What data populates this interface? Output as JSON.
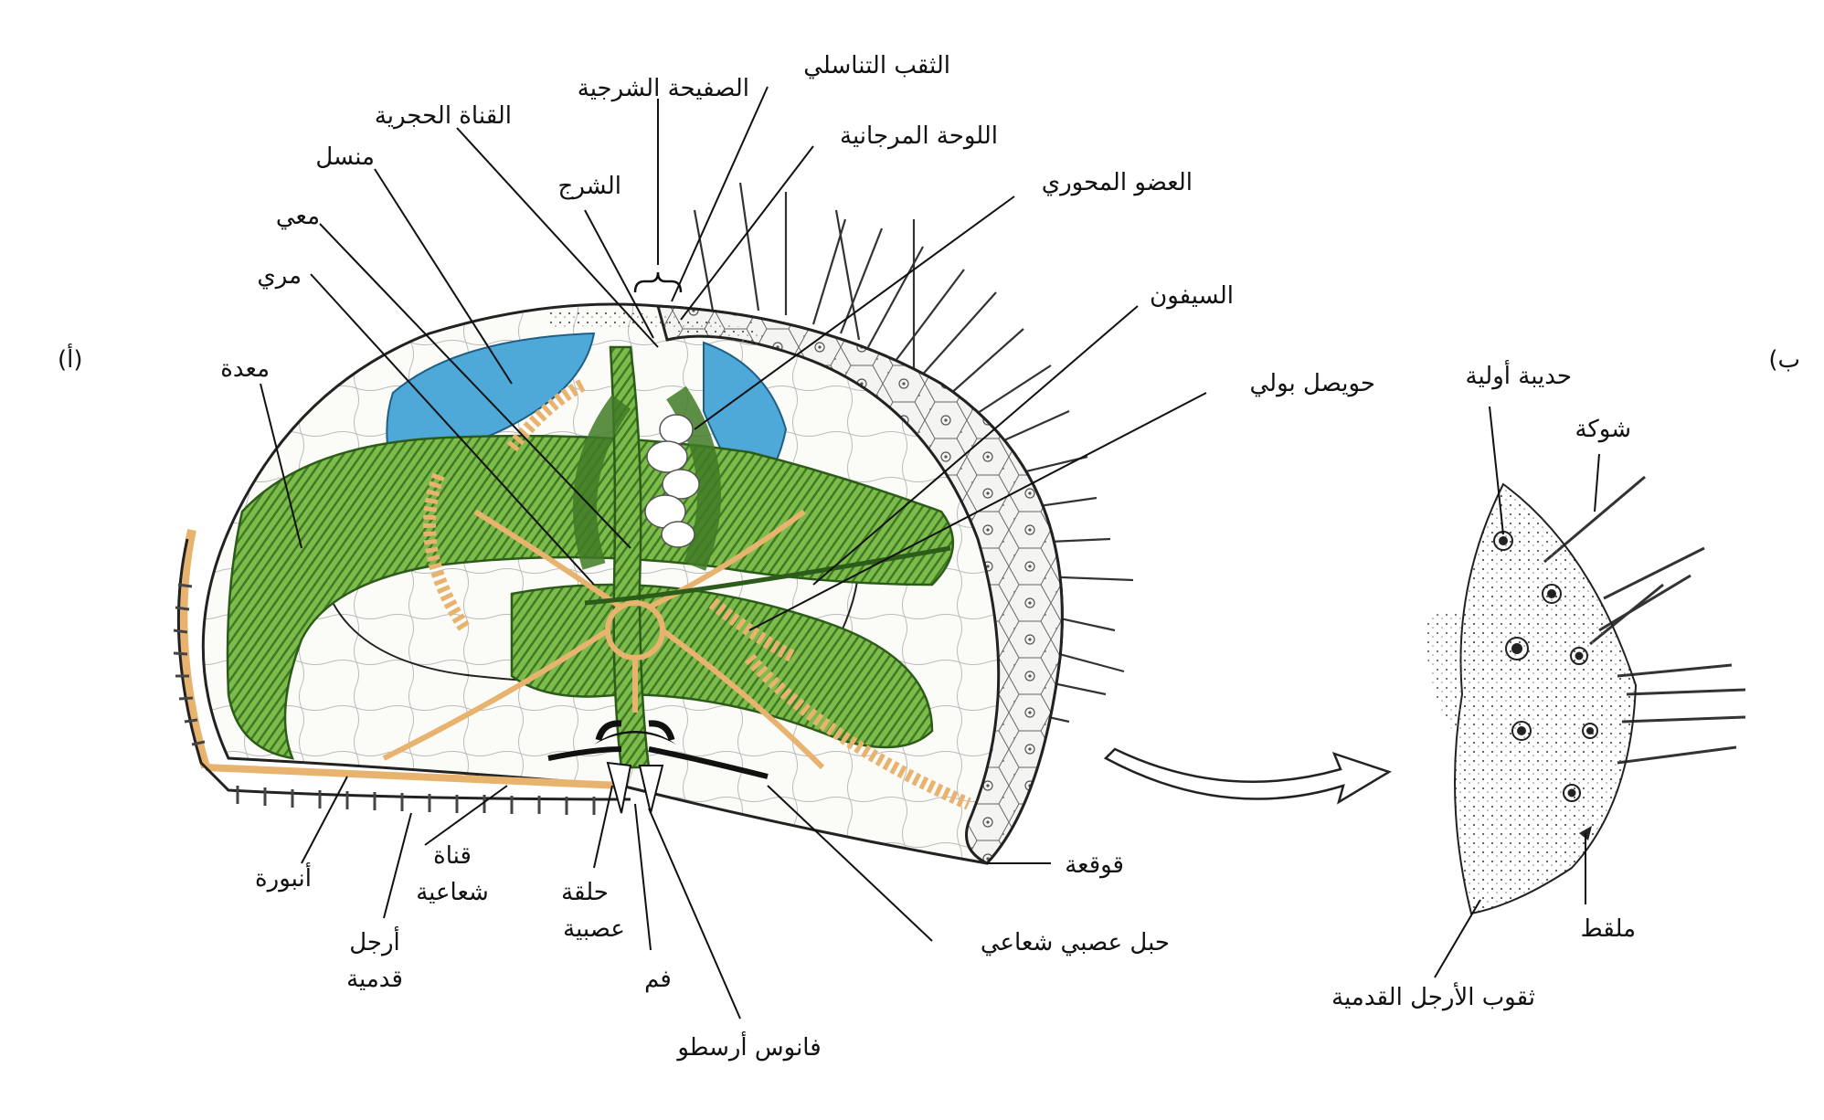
{
  "panels": {
    "a": "(أ)",
    "b": "(ب"
  },
  "labels": {
    "genital_pore": "الثقب التناسلي",
    "anal_plate": "الصفيحة الشرجية",
    "stone_canal": "القناة الحجرية",
    "madreporite": "اللوحة المرجانية",
    "gonad": "منسل",
    "anus": "الشرج",
    "axial_organ": "العضو المحوري",
    "intestine": "معي",
    "esophagus": "مري",
    "siphon": "السيفون",
    "polian_vesicle": "حويصل بولي",
    "stomach": "معدة",
    "ampulla": "أنبورة",
    "radial_canal_1": "قناة",
    "radial_canal_2": "شعاعية",
    "nerve_ring_1": "حلقة",
    "nerve_ring_2": "عصبية",
    "tube_feet_1": "أرجل",
    "tube_feet_2": "قدمية",
    "mouth": "فم",
    "lantern": "فانوس أرسطو",
    "test": "قوقعة",
    "radial_nerve": "حبل عصبي شعاعي",
    "tubercle": "حديبة أولية",
    "spine": "شوكة",
    "pedicellaria": "ملقط",
    "tube_foot_pores": "ثقوب الأرجل القدمية"
  },
  "colors": {
    "gonad_blue": "#4ea9d8",
    "gut_green": "#7dbb4a",
    "gut_dark": "#3f7a26",
    "canal_orange": "#e8b36f",
    "ink": "#111111"
  }
}
